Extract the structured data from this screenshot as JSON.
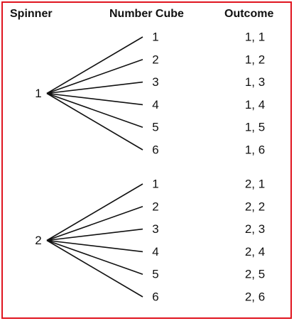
{
  "headers": {
    "spinner": "Spinner",
    "number_cube": "Number Cube",
    "outcome": "Outcome"
  },
  "groups": [
    {
      "spinner": "1",
      "branches": [
        {
          "cube": "1",
          "outcome": "1, 1"
        },
        {
          "cube": "2",
          "outcome": "1, 2"
        },
        {
          "cube": "3",
          "outcome": "1, 3"
        },
        {
          "cube": "4",
          "outcome": "1, 4"
        },
        {
          "cube": "5",
          "outcome": "1, 5"
        },
        {
          "cube": "6",
          "outcome": "1, 6"
        }
      ]
    },
    {
      "spinner": "2",
      "branches": [
        {
          "cube": "1",
          "outcome": "2, 1"
        },
        {
          "cube": "2",
          "outcome": "2, 2"
        },
        {
          "cube": "3",
          "outcome": "2, 3"
        },
        {
          "cube": "4",
          "outcome": "2, 4"
        },
        {
          "cube": "5",
          "outcome": "2, 5"
        },
        {
          "cube": "6",
          "outcome": "2, 6"
        }
      ]
    }
  ],
  "colors": {
    "frame": "#e0141e",
    "ink": "#111111"
  }
}
